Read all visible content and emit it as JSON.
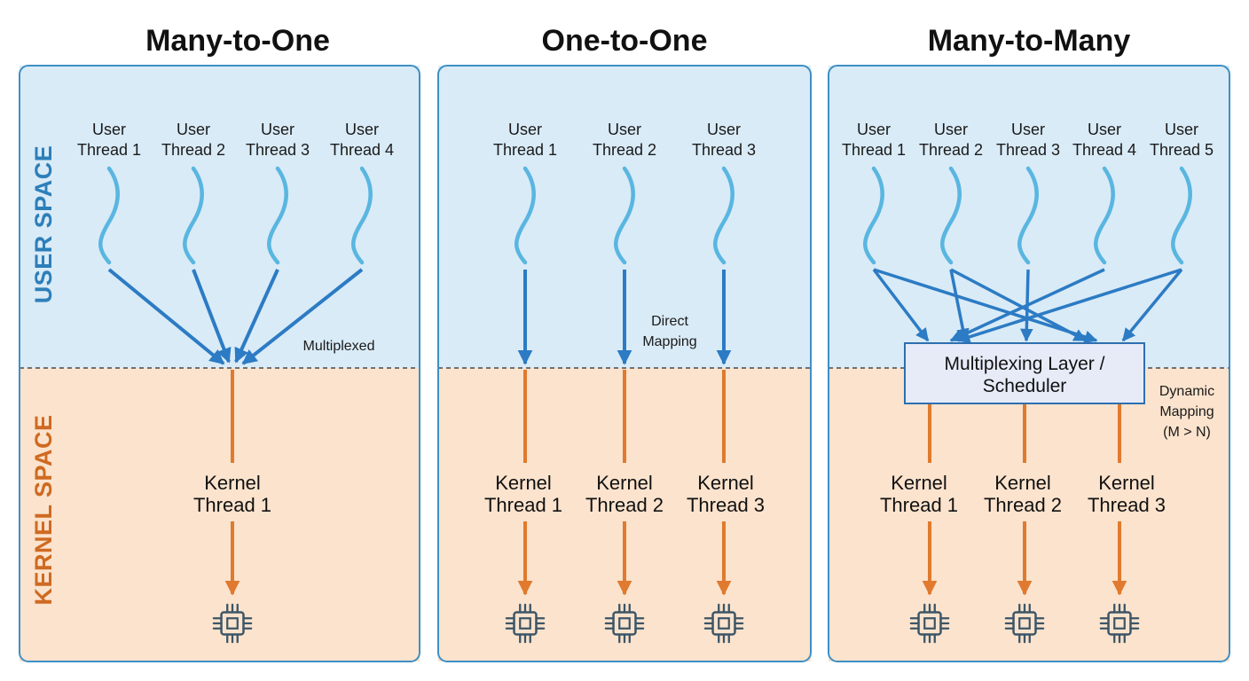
{
  "side_labels": {
    "user": "USER SPACE",
    "kernel": "KERNEL SPACE"
  },
  "colors": {
    "user_bg": "#d9ebf7",
    "kernel_bg": "#fbe3cd",
    "panel_border": "#3f8fc4",
    "user_label": "#2d7fb9",
    "kernel_label": "#cf6a22",
    "wave": "#59b6e0",
    "arrow_blue": "#2c7bc4",
    "arrow_orange": "#e07a2e",
    "chip": "#3d5566",
    "scheduler_bg": "#e6ebf7",
    "scheduler_border": "#2d6fb0"
  },
  "panels": [
    {
      "title": "Many-to-One",
      "user_threads": [
        [
          "User",
          "Thread 1"
        ],
        [
          "User",
          "Thread 2"
        ],
        [
          "User",
          "Thread 3"
        ],
        [
          "User",
          "Thread 4"
        ]
      ],
      "kernel_threads": [
        [
          "Kernel",
          "Thread 1"
        ]
      ],
      "note": [
        "Multiplexed"
      ]
    },
    {
      "title": "One-to-One",
      "user_threads": [
        [
          "User",
          "Thread 1"
        ],
        [
          "User",
          "Thread 2"
        ],
        [
          "User",
          "Thread 3"
        ]
      ],
      "kernel_threads": [
        [
          "Kernel",
          "Thread 1"
        ],
        [
          "Kernel",
          "Thread 2"
        ],
        [
          "Kernel",
          "Thread 3"
        ]
      ],
      "note": [
        "Direct",
        "Mapping"
      ]
    },
    {
      "title": "Many-to-Many",
      "user_threads": [
        [
          "User",
          "Thread 1"
        ],
        [
          "User",
          "Thread 2"
        ],
        [
          "User",
          "Thread 3"
        ],
        [
          "User",
          "Thread 4"
        ],
        [
          "User",
          "Thread 5"
        ]
      ],
      "kernel_threads": [
        [
          "Kernel",
          "Thread 1"
        ],
        [
          "Kernel",
          "Thread 2"
        ],
        [
          "Kernel",
          "Thread 3"
        ]
      ],
      "scheduler": [
        "Multiplexing Layer /",
        "Scheduler"
      ],
      "note": [
        "Dynamic",
        "Mapping",
        "(M > N)"
      ]
    }
  ],
  "icons": {
    "thread": "wavy-thread-icon",
    "cpu": "cpu-chip-icon"
  }
}
